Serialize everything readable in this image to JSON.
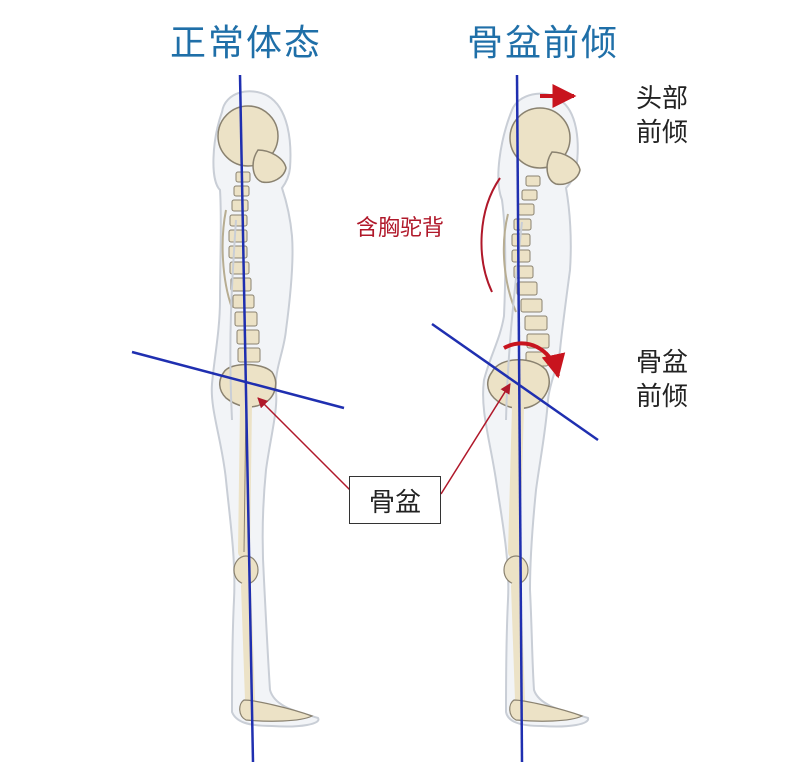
{
  "titles": {
    "normal": "正常体态",
    "tilt": "骨盆前倾"
  },
  "annotations": {
    "head_forward": "头部前倾",
    "kyphosis": "含胸驼背",
    "pelvis_forward": "骨盆前倾",
    "pelvis": "骨盆"
  },
  "colors": {
    "title": "#1f6fa8",
    "axis_line": "#1f2fb0",
    "red": "#b0182a",
    "arrow_red": "#d11a1a",
    "body_fill": "#f2f4f7",
    "body_outline": "#c9ced6",
    "bone": "#ece2c6",
    "bone_outline": "#8a8270"
  }
}
